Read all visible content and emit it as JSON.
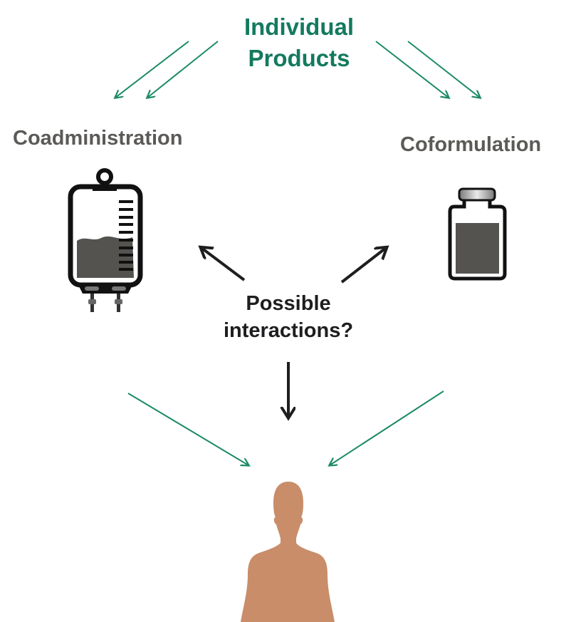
{
  "title": {
    "line1": "Individual",
    "line2": "Products"
  },
  "left_label": "Coadministration",
  "right_label": "Coformulation",
  "center_label": {
    "line1": "Possible",
    "line2": "interactions?"
  },
  "colors": {
    "green_arrow": "#1b8a66",
    "title_green": "#137a5e",
    "label_grey": "#5b5a57",
    "dark_arrow": "#1e1e20",
    "fluid": "#555350",
    "body": "#c98d6a"
  },
  "icons": {
    "left": "iv-bag-icon",
    "right": "vial-icon",
    "bottom": "human-silhouette-icon"
  }
}
